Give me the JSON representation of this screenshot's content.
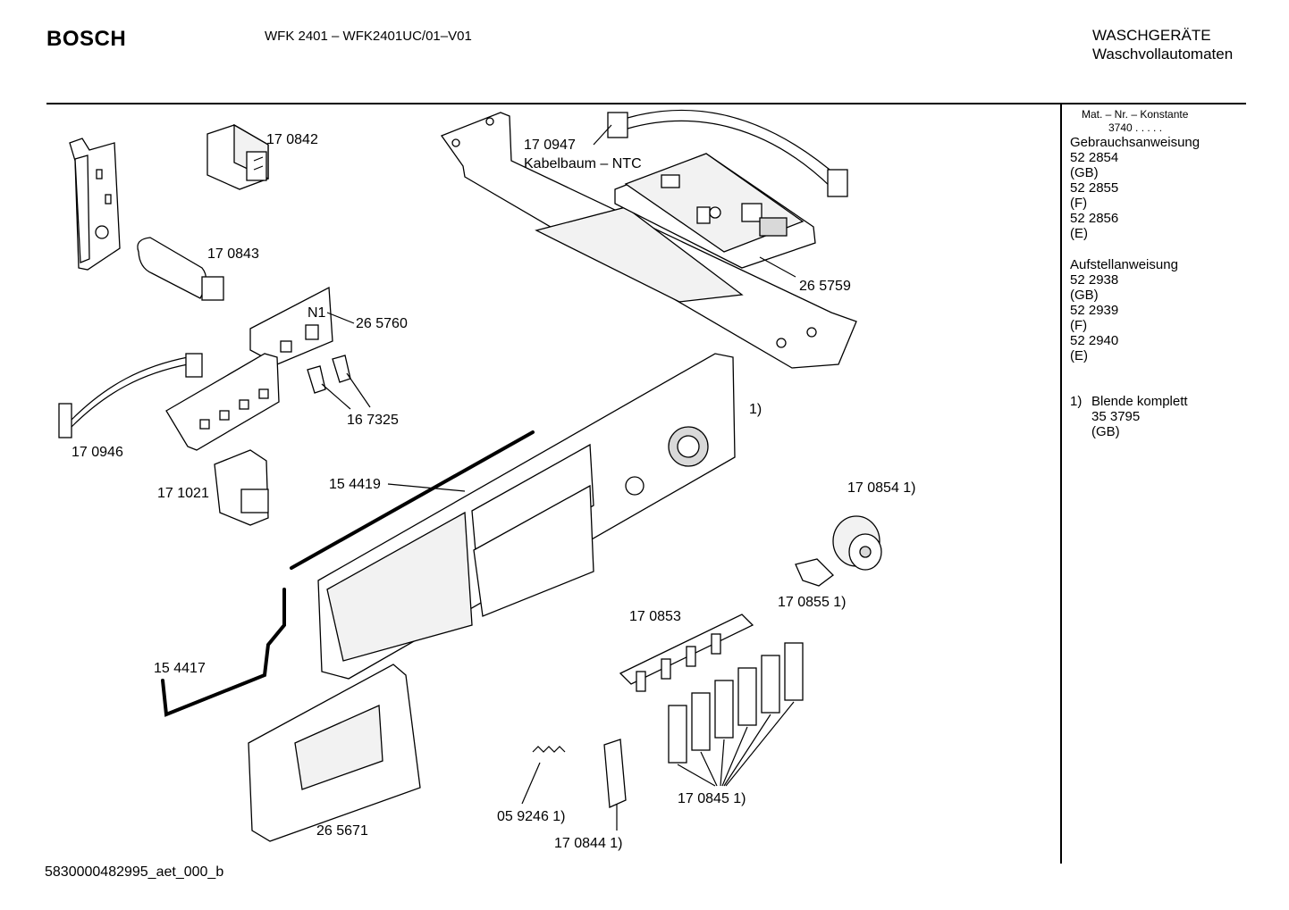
{
  "header": {
    "brand": "BOSCH",
    "model": "WFK 2401 – WFK2401UC/01–V01",
    "category": "WASCHGERÄTE",
    "subcategory": "Waschvollautomaten"
  },
  "sidebar": {
    "mat_header": "Mat. – Nr. – Konstante",
    "mat_value": "3740  .  .  .  .  .",
    "doc1_title": "Gebrauchsanweisung",
    "doc1_entries": [
      "52 2854",
      "(GB)",
      "52 2855",
      "(F)",
      "52 2856",
      "(E)"
    ],
    "doc2_title": "Aufstellanweisung",
    "doc2_entries": [
      "52 2938",
      "(GB)",
      "52 2939",
      "(F)",
      "52 2940",
      "(E)"
    ],
    "note_marker": "1)",
    "note_text": "Blende komplett",
    "note_number": "35 3795",
    "note_lang": "(GB)"
  },
  "parts": {
    "p170842": "17 0842",
    "p170843": "17 0843",
    "p170947": "17 0947",
    "kabelbaum": "Kabelbaum – NTC",
    "p265759": "26 5759",
    "p265760": "26 5760",
    "n1": "N1",
    "p167325": "16 7325",
    "p170946": "17 0946",
    "p171021": "17 1021",
    "p154419": "15 4419",
    "panel_note": "1)",
    "p170854": "17 0854 1)",
    "p170855": "17 0855 1)",
    "p170853": "17 0853",
    "p154417": "15 4417",
    "p265671": "26 5671",
    "p059246": "05 9246 1)",
    "p170844": "17 0844 1)",
    "p170845": "17 0845 1)"
  },
  "footer": {
    "doc_code": "5830000482995_aet_000_b"
  }
}
